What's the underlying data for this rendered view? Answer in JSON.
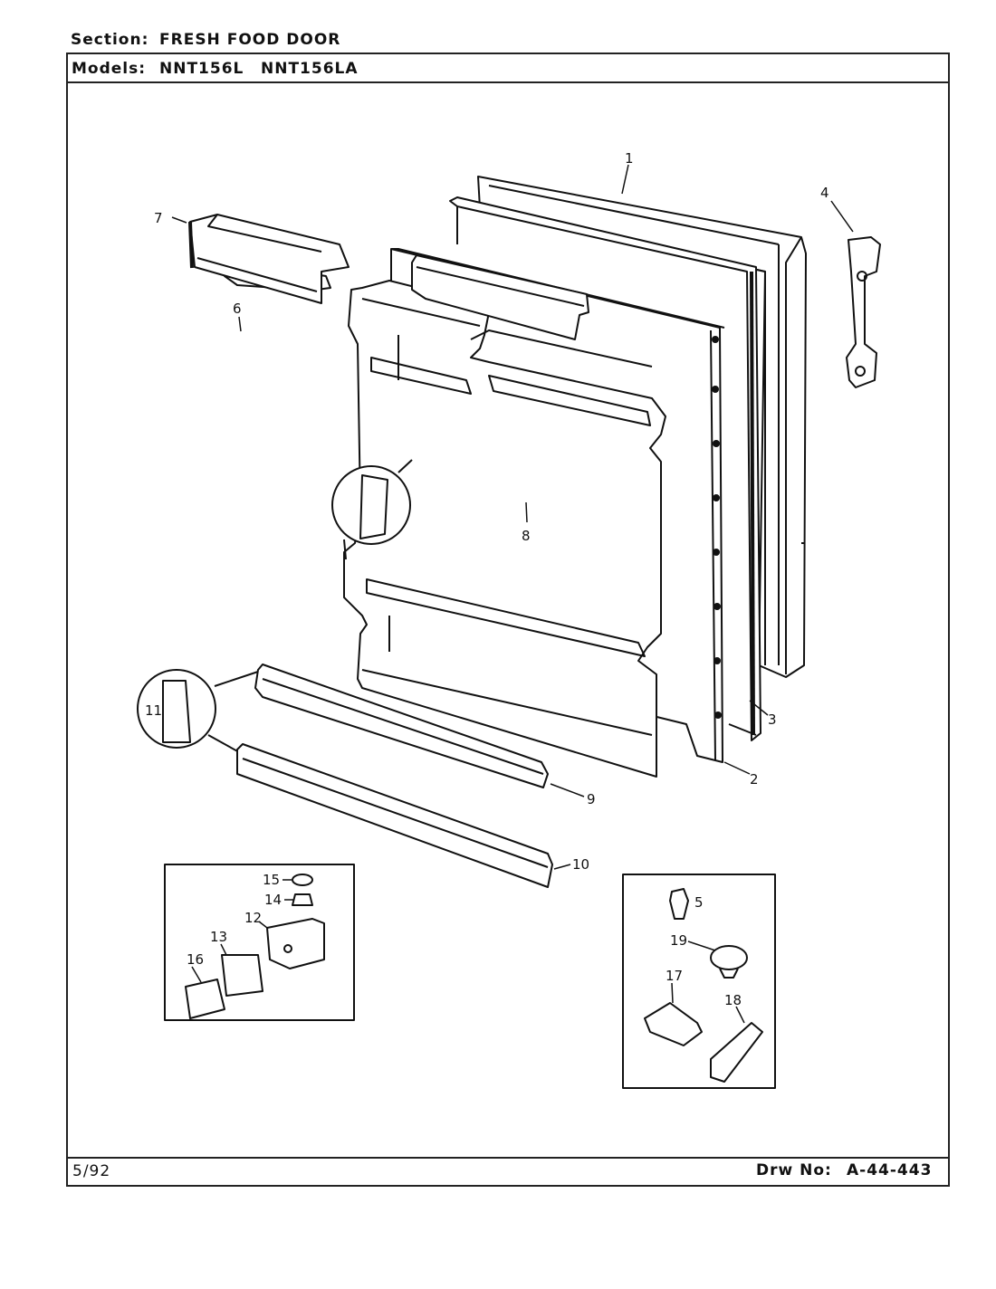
{
  "header": {
    "section_label": "Section:",
    "section_value": "FRESH FOOD DOOR",
    "models_label": "Models:",
    "models": [
      "NNT156L",
      "NNT156LA"
    ]
  },
  "footer": {
    "date": "5/92",
    "drawing_label": "Drw No:",
    "drawing_number": "A-44-443"
  },
  "callouts": [
    "1",
    "2",
    "3",
    "4",
    "5",
    "6",
    "7",
    "8",
    "9",
    "10",
    "11",
    "12",
    "13",
    "14",
    "15",
    "16",
    "17",
    "18",
    "19"
  ]
}
